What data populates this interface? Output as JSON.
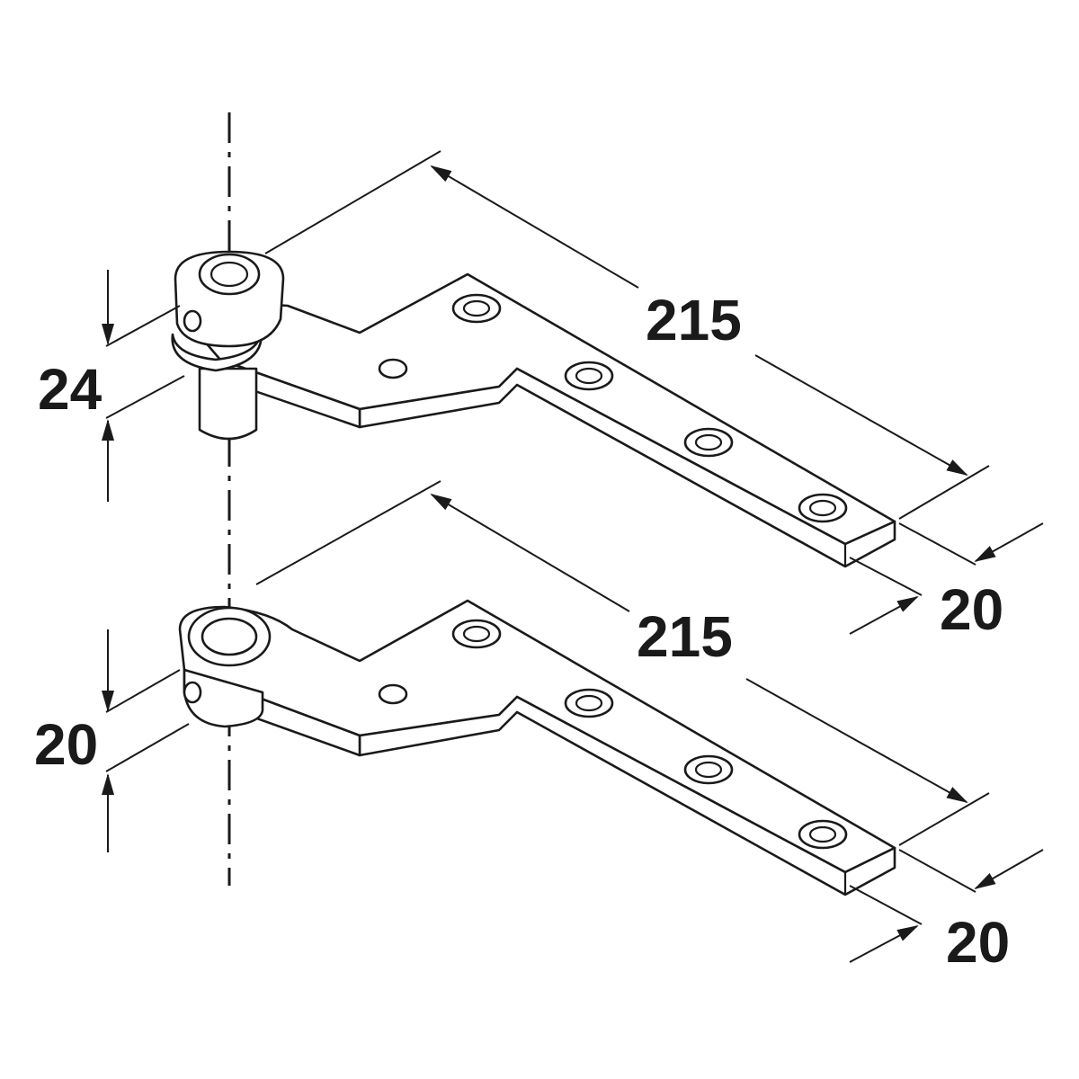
{
  "dimensions": {
    "top_pivot_length": "215",
    "top_pivot_height": "24",
    "top_pivot_width": "20",
    "bottom_pivot_length": "215",
    "bottom_pivot_height": "20",
    "bottom_pivot_width": "20"
  },
  "colors": {
    "line": "#1a1a1a",
    "fill": "#ffffff"
  }
}
